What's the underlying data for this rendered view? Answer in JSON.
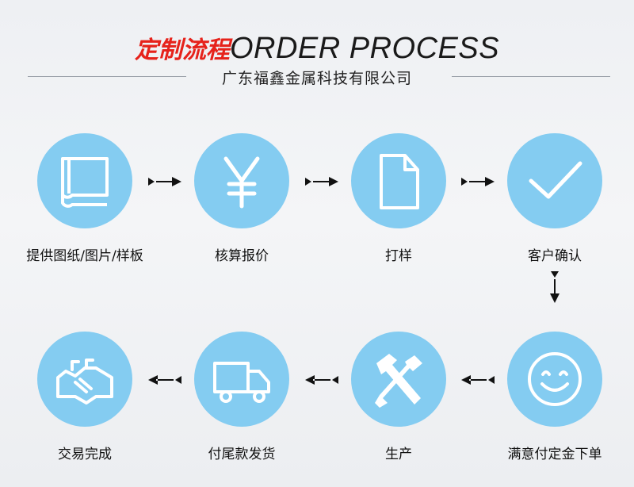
{
  "header": {
    "title_cn": "定制流程",
    "title_en": "ORDER PROCESS",
    "company": "广东福鑫金属科技有限公司"
  },
  "steps": [
    {
      "label": "提供图纸/图片/样板",
      "icon": "blueprint-icon"
    },
    {
      "label": "核算报价",
      "icon": "yen-icon"
    },
    {
      "label": "打样",
      "icon": "document-icon"
    },
    {
      "label": "客户确认",
      "icon": "checkmark-icon"
    },
    {
      "label": "满意付定金下单",
      "icon": "smiley-icon"
    },
    {
      "label": "生产",
      "icon": "hammer-screwdriver-icon"
    },
    {
      "label": "付尾款发货",
      "icon": "truck-icon"
    },
    {
      "label": "交易完成",
      "icon": "handshake-icon"
    }
  ],
  "colors": {
    "circle": "#84ccf1",
    "title_red": "#e6221b",
    "icon_white": "#ffffff"
  }
}
